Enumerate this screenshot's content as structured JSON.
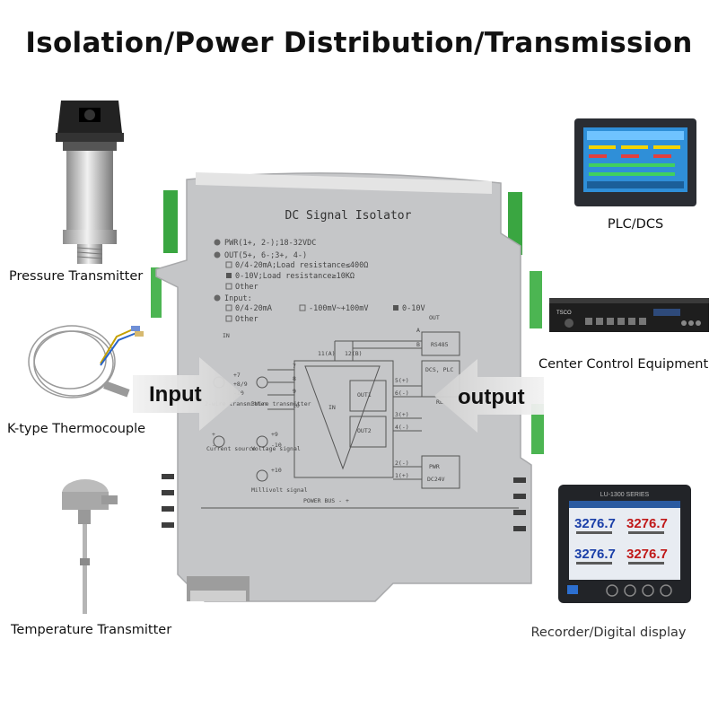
{
  "title": "Isolation/Power Distribution/Transmission",
  "left_devices": [
    {
      "label": "Pressure Transmitter"
    },
    {
      "label": "K-type Thermocouple"
    },
    {
      "label": "Temperature Transmitter"
    }
  ],
  "right_devices": [
    {
      "label": "PLC/DCS"
    },
    {
      "label": "Center Control Equipment"
    },
    {
      "label": "Recorder/Digital display"
    }
  ],
  "arrows": {
    "input": "Input",
    "output": "output"
  },
  "module": {
    "title": "DC Signal Isolator",
    "pwr_line": "PWR(1+, 2-);18-32VDC",
    "out_line": "OUT(5+, 6-;3+, 4-)",
    "out_opt1": "0/4-20mA;Load resistance≤400Ω",
    "out_opt2": "0-10V;Load resistance≥10KΩ",
    "out_opt3": "Other",
    "input_line": "Input:",
    "in_opt1": "0/4-20mA",
    "in_opt2": "-100mV~+100mV",
    "in_opt3": "0-10V",
    "in_opt4": "Other",
    "in_label": "IN",
    "out_label": "OUT",
    "rs485": "RS485",
    "dcs_plc": "DCS, PLC",
    "pwr": "PWR",
    "dc24v": "DC24V",
    "out1": "OUT1",
    "out2": "OUT2",
    "block_in": "IN",
    "power_bus": "POWER BUS - +",
    "t11": "11(A)",
    "t12": "12(B)",
    "tA": "A",
    "tB": "B",
    "rl": "RL",
    "t5": "5(+)",
    "t6": "6(-)",
    "t3": "3(+)",
    "t4": "4(-)",
    "t2": "2(-)",
    "t1": "1(+)",
    "t7": "7",
    "t8": "8",
    "t9": "9",
    "t10": "10",
    "wire_2": "2-wire transmitter",
    "wire_3": "3Wire transmitter",
    "current_source": "Current source",
    "voltage_signal": "Voltage signal",
    "millivolt_signal": "Millivolt signal",
    "plus": "+",
    "minus": "-",
    "p7": "+7",
    "p89": "+8/9",
    "m10": "-10",
    "p9": "+9",
    "m10b": "-10",
    "p10": "+10"
  },
  "recorder": {
    "series": "LU-1300 SERIES",
    "value": "3276.7"
  },
  "control_equipment": {
    "brand": "TSCO"
  }
}
